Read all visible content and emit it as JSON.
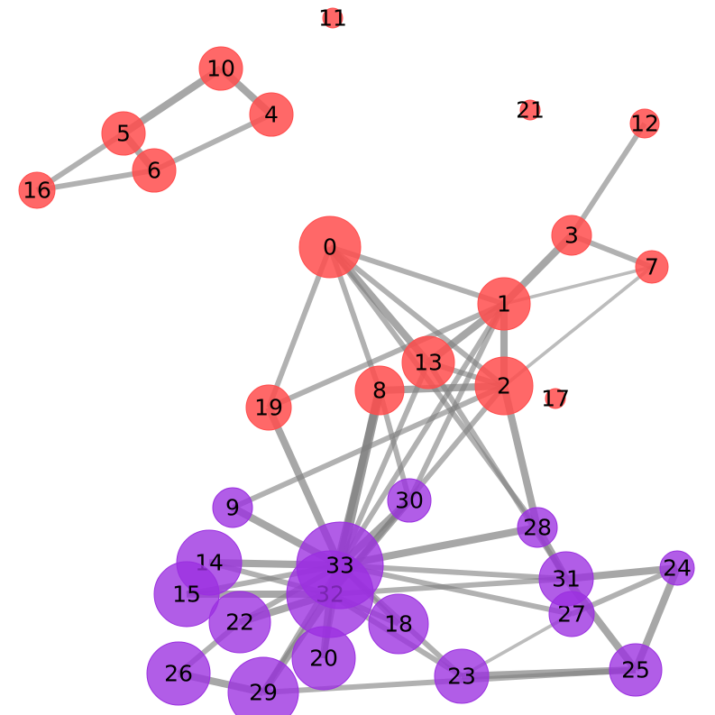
{
  "colors": {
    "group_a": "#ff4d4d",
    "group_b": "#9b30e0",
    "edge": "#808080",
    "background": "#ffffff"
  },
  "graph": {
    "nodes": [
      {
        "id": "0",
        "label": "0",
        "group": "group_a"
      },
      {
        "id": "1",
        "label": "1",
        "group": "group_a"
      },
      {
        "id": "2",
        "label": "2",
        "group": "group_a"
      },
      {
        "id": "3",
        "label": "3",
        "group": "group_a"
      },
      {
        "id": "4",
        "label": "4",
        "group": "group_a"
      },
      {
        "id": "5",
        "label": "5",
        "group": "group_a"
      },
      {
        "id": "6",
        "label": "6",
        "group": "group_a"
      },
      {
        "id": "7",
        "label": "7",
        "group": "group_a"
      },
      {
        "id": "8",
        "label": "8",
        "group": "group_a"
      },
      {
        "id": "9",
        "label": "9",
        "group": "group_b"
      },
      {
        "id": "10",
        "label": "10",
        "group": "group_a"
      },
      {
        "id": "11",
        "label": "11",
        "group": "group_a"
      },
      {
        "id": "12",
        "label": "12",
        "group": "group_a"
      },
      {
        "id": "13",
        "label": "13",
        "group": "group_a"
      },
      {
        "id": "14",
        "label": "14",
        "group": "group_b"
      },
      {
        "id": "15",
        "label": "15",
        "group": "group_b"
      },
      {
        "id": "16",
        "label": "16",
        "group": "group_a"
      },
      {
        "id": "17",
        "label": "17",
        "group": "group_a"
      },
      {
        "id": "18",
        "label": "18",
        "group": "group_b"
      },
      {
        "id": "19",
        "label": "19",
        "group": "group_a"
      },
      {
        "id": "20",
        "label": "20",
        "group": "group_b"
      },
      {
        "id": "21",
        "label": "21",
        "group": "group_a"
      },
      {
        "id": "22",
        "label": "22",
        "group": "group_b"
      },
      {
        "id": "23",
        "label": "23",
        "group": "group_b"
      },
      {
        "id": "24",
        "label": "24",
        "group": "group_b"
      },
      {
        "id": "25",
        "label": "25",
        "group": "group_b"
      },
      {
        "id": "26",
        "label": "26",
        "group": "group_b"
      },
      {
        "id": "27",
        "label": "27",
        "group": "group_b"
      },
      {
        "id": "28",
        "label": "28",
        "group": "group_b"
      },
      {
        "id": "29",
        "label": "29",
        "group": "group_b"
      },
      {
        "id": "30",
        "label": "30",
        "group": "group_b"
      },
      {
        "id": "31",
        "label": "31",
        "group": "group_b"
      },
      {
        "id": "32",
        "label": "32",
        "group": "group_b"
      },
      {
        "id": "33",
        "label": "33",
        "group": "group_b"
      }
    ],
    "edges": [
      {
        "source": "4",
        "target": "10",
        "weight": 3
      },
      {
        "source": "5",
        "target": "10",
        "weight": 3
      },
      {
        "source": "5",
        "target": "6",
        "weight": 3
      },
      {
        "source": "4",
        "target": "6",
        "weight": 2
      },
      {
        "source": "5",
        "target": "16",
        "weight": 2
      },
      {
        "source": "6",
        "target": "16",
        "weight": 2
      },
      {
        "source": "3",
        "target": "12",
        "weight": 2
      },
      {
        "source": "1",
        "target": "3",
        "weight": 3
      },
      {
        "source": "3",
        "target": "7",
        "weight": 2
      },
      {
        "source": "1",
        "target": "7",
        "weight": 1
      },
      {
        "source": "2",
        "target": "7",
        "weight": 1
      },
      {
        "source": "0",
        "target": "1",
        "weight": 2
      },
      {
        "source": "0",
        "target": "2",
        "weight": 2
      },
      {
        "source": "0",
        "target": "8",
        "weight": 2
      },
      {
        "source": "0",
        "target": "13",
        "weight": 3
      },
      {
        "source": "0",
        "target": "19",
        "weight": 2
      },
      {
        "source": "0",
        "target": "28",
        "weight": 2
      },
      {
        "source": "1",
        "target": "2",
        "weight": 3
      },
      {
        "source": "1",
        "target": "13",
        "weight": 3
      },
      {
        "source": "1",
        "target": "19",
        "weight": 2
      },
      {
        "source": "1",
        "target": "30",
        "weight": 2
      },
      {
        "source": "1",
        "target": "33",
        "weight": 2
      },
      {
        "source": "8",
        "target": "2",
        "weight": 3
      },
      {
        "source": "2",
        "target": "9",
        "weight": 2
      },
      {
        "source": "2",
        "target": "13",
        "weight": 2
      },
      {
        "source": "2",
        "target": "28",
        "weight": 3
      },
      {
        "source": "2",
        "target": "32",
        "weight": 2
      },
      {
        "source": "8",
        "target": "30",
        "weight": 2
      },
      {
        "source": "8",
        "target": "32",
        "weight": 3
      },
      {
        "source": "8",
        "target": "33",
        "weight": 4
      },
      {
        "source": "13",
        "target": "31",
        "weight": 2
      },
      {
        "source": "13",
        "target": "33",
        "weight": 2
      },
      {
        "source": "19",
        "target": "33",
        "weight": 3
      },
      {
        "source": "9",
        "target": "33",
        "weight": 3
      },
      {
        "source": "30",
        "target": "32",
        "weight": 3
      },
      {
        "source": "30",
        "target": "33",
        "weight": 3
      },
      {
        "source": "28",
        "target": "33",
        "weight": 3
      },
      {
        "source": "28",
        "target": "31",
        "weight": 3
      },
      {
        "source": "31",
        "target": "33",
        "weight": 2
      },
      {
        "source": "31",
        "target": "32",
        "weight": 2
      },
      {
        "source": "31",
        "target": "24",
        "weight": 3
      },
      {
        "source": "31",
        "target": "25",
        "weight": 3
      },
      {
        "source": "27",
        "target": "24",
        "weight": 2
      },
      {
        "source": "27",
        "target": "33",
        "weight": 2
      },
      {
        "source": "27",
        "target": "23",
        "weight": 1
      },
      {
        "source": "24",
        "target": "25",
        "weight": 3
      },
      {
        "source": "23",
        "target": "25",
        "weight": 3
      },
      {
        "source": "23",
        "target": "33",
        "weight": 2
      },
      {
        "source": "23",
        "target": "32",
        "weight": 2
      },
      {
        "source": "14",
        "target": "33",
        "weight": 3
      },
      {
        "source": "14",
        "target": "32",
        "weight": 2
      },
      {
        "source": "15",
        "target": "33",
        "weight": 2
      },
      {
        "source": "15",
        "target": "32",
        "weight": 3
      },
      {
        "source": "18",
        "target": "33",
        "weight": 2
      },
      {
        "source": "18",
        "target": "32",
        "weight": 2
      },
      {
        "source": "20",
        "target": "33",
        "weight": 2
      },
      {
        "source": "20",
        "target": "32",
        "weight": 3
      },
      {
        "source": "22",
        "target": "33",
        "weight": 2
      },
      {
        "source": "22",
        "target": "32",
        "weight": 3
      },
      {
        "source": "26",
        "target": "22",
        "weight": 2
      },
      {
        "source": "26",
        "target": "29",
        "weight": 3
      },
      {
        "source": "29",
        "target": "25",
        "weight": 2
      },
      {
        "source": "29",
        "target": "32",
        "weight": 3
      },
      {
        "source": "29",
        "target": "33",
        "weight": 2
      },
      {
        "source": "32",
        "target": "33",
        "weight": 4
      }
    ]
  }
}
